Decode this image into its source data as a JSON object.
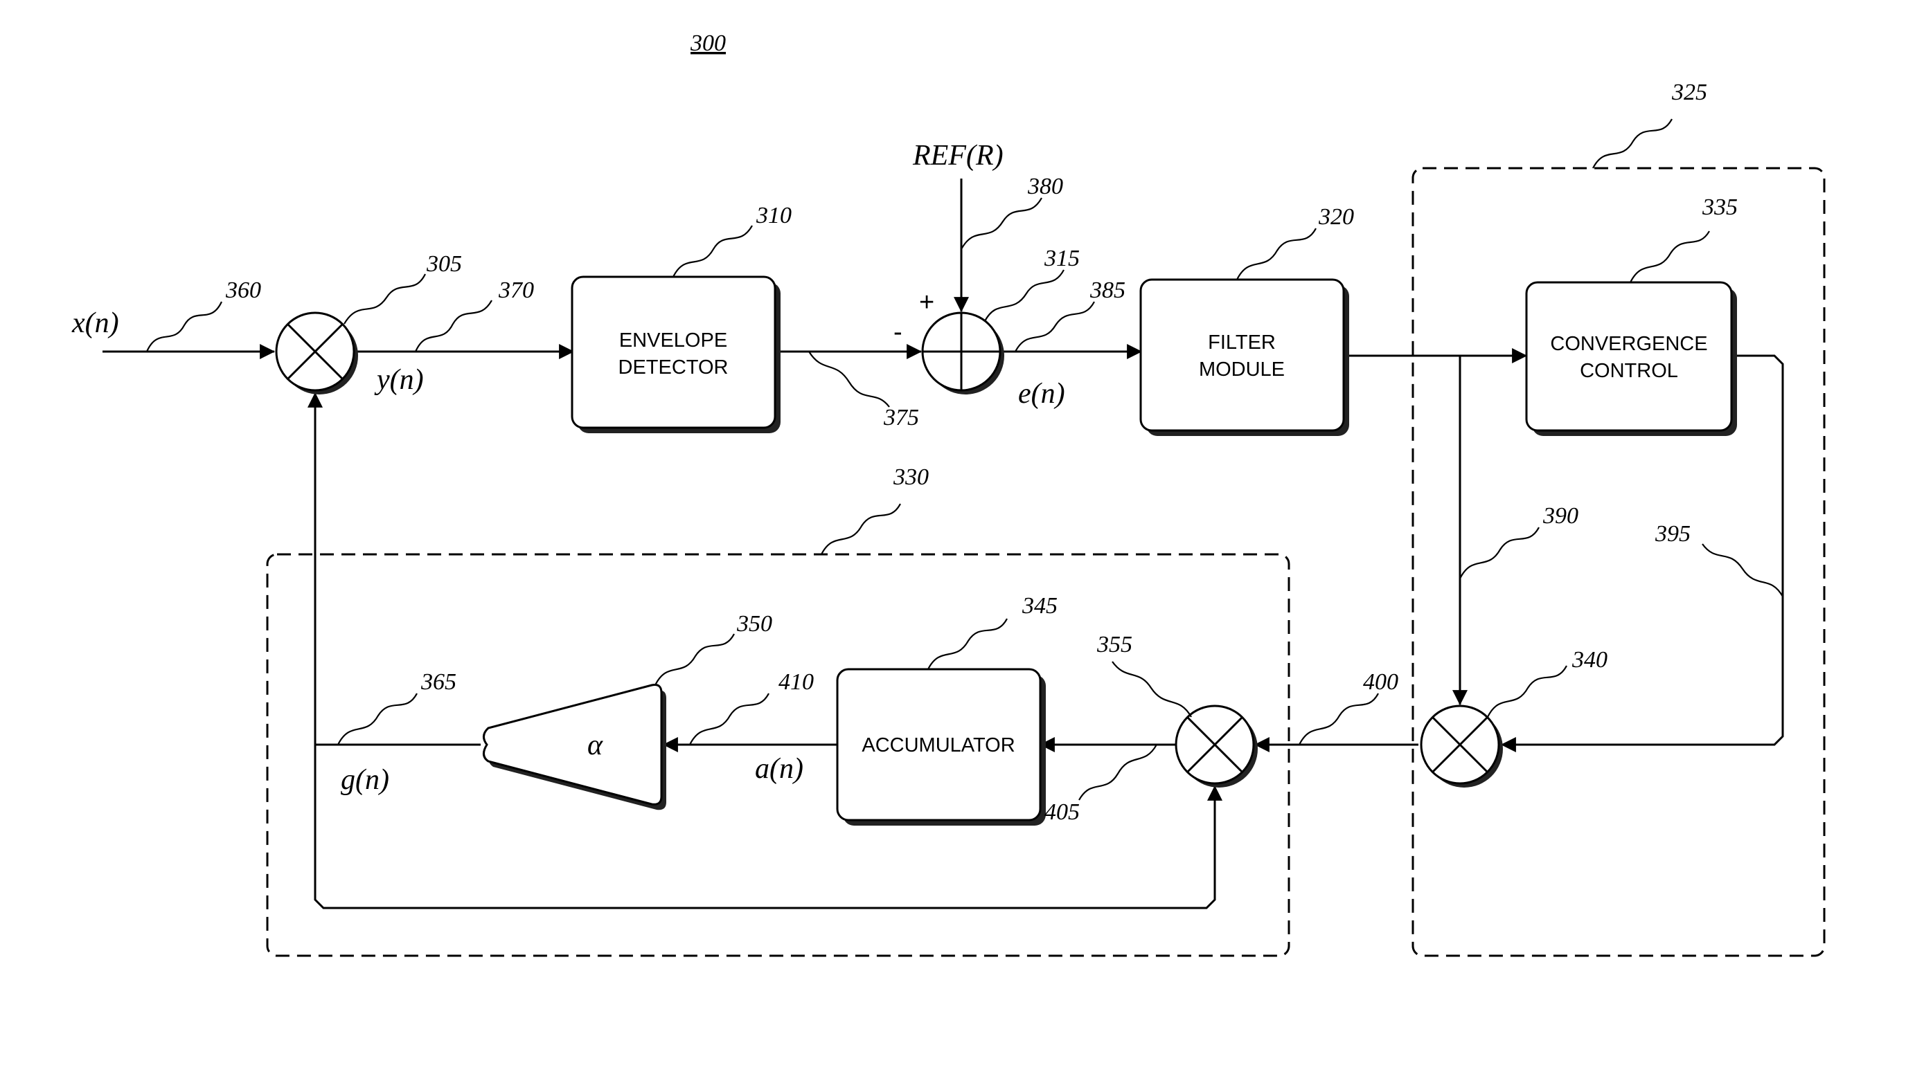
{
  "figure": {
    "number": "300",
    "blocks": {
      "envelope_detector": {
        "line1": "ENVELOPE",
        "line2": "DETECTOR",
        "ref": "310"
      },
      "filter_module": {
        "line1": "FILTER",
        "line2": "MODULE",
        "ref": "320"
      },
      "convergence_control": {
        "line1": "CONVERGENCE",
        "line2": "CONTROL",
        "ref": "335"
      },
      "accumulator": {
        "label": "ACCUMULATOR",
        "ref": "345"
      },
      "gain": {
        "label": "α",
        "ref": "350"
      }
    },
    "multipliers": {
      "input": "305",
      "feedback": "355",
      "convergence": "340"
    },
    "summer": {
      "ref": "315",
      "plus": "+",
      "minus": "-"
    },
    "groups": {
      "convergence_group": "325",
      "gain_loop_group": "330"
    },
    "signals": {
      "x": {
        "label": "x(n)",
        "ref": "360"
      },
      "y": {
        "label": "y(n)",
        "ref": "370"
      },
      "envelope_out": {
        "ref": "375"
      },
      "reference": {
        "label": "REF(R)",
        "ref": "380"
      },
      "e": {
        "label": "e(n)",
        "ref": "385"
      },
      "branch": {
        "ref": "390"
      },
      "cc_out": {
        "ref": "395"
      },
      "mult_out": {
        "ref": "400"
      },
      "acc_in": {
        "ref": "405"
      },
      "a": {
        "label": "a(n)",
        "ref": "410"
      },
      "g": {
        "label": "g(n)",
        "ref": "365"
      }
    }
  }
}
